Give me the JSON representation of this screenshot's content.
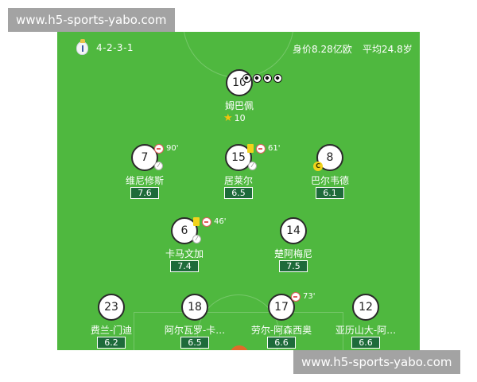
{
  "watermark_top": "www.h5-sports-yabo.com",
  "watermark_bottom": "www.h5-sports-yabo.com",
  "header": {
    "formation": "4-2-3-1",
    "team_value": "身价8.28亿欧",
    "avg_age": "平均24.8岁",
    "club_logo_icon": "crest-icon"
  },
  "colors": {
    "pitch": "#4fb83f",
    "rating_bg": "#1e6b3a",
    "yellow_card": "#f2d31b",
    "substitution": "#e35d5d"
  },
  "players": {
    "mbappe": {
      "number": "10",
      "name": "姆巴佩",
      "rating": "10",
      "goals": 4,
      "badge": "star-icon"
    },
    "vinicius": {
      "number": "7",
      "name": "维尼修斯",
      "rating": "7.6",
      "sub_time": "90'",
      "events": [
        "substitution-icon",
        "boot-icon"
      ]
    },
    "bellingham": {
      "number": "15",
      "name": "居莱尔",
      "rating": "6.5",
      "sub_time": "61'",
      "events": [
        "yellow-card",
        "substitution-icon",
        "boot-icon"
      ]
    },
    "valverde": {
      "number": "8",
      "name": "巴尔韦德",
      "rating": "6.1",
      "events": [
        "captain-icon"
      ]
    },
    "camavinga": {
      "number": "6",
      "name": "卡马文加",
      "rating": "7.4",
      "sub_time": "46'",
      "events": [
        "yellow-card",
        "substitution-icon",
        "boot-icon"
      ]
    },
    "tchouameni": {
      "number": "14",
      "name": "楚阿梅尼",
      "rating": "7.5"
    },
    "mendy": {
      "number": "23",
      "name": "费兰-门迪",
      "rating": "6.2"
    },
    "carvajal": {
      "number": "18",
      "name": "阿尔瓦罗-卡…",
      "rating": "6.5"
    },
    "asencio": {
      "number": "17",
      "name": "劳尔-阿森西奥",
      "rating": "6.6",
      "sub_time": "73'",
      "events": [
        "substitution-icon"
      ]
    },
    "alexander": {
      "number": "12",
      "name": "亚历山大-阿…",
      "rating": "6.6"
    }
  }
}
